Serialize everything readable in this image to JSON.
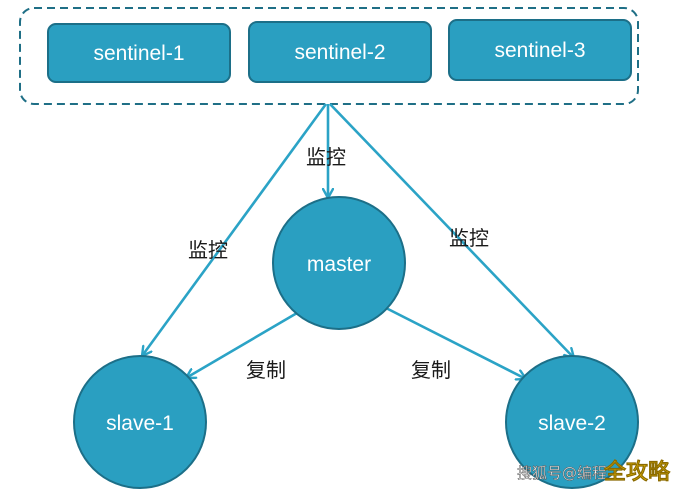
{
  "colors": {
    "node_fill": "#2a9fc1",
    "node_stroke": "#1c6f88",
    "arrow": "#2ba3c6",
    "dashed_border": "#1f6f86"
  },
  "sentinels": [
    {
      "label": "sentinel-1"
    },
    {
      "label": "sentinel-2"
    },
    {
      "label": "sentinel-3"
    }
  ],
  "master": {
    "label": "master"
  },
  "slaves": [
    {
      "label": "slave-1"
    },
    {
      "label": "slave-2"
    }
  ],
  "edges": {
    "monitor_left": "监控",
    "monitor_center": "监控",
    "monitor_right": "监控",
    "replicate_left": "复制",
    "replicate_right": "复制"
  },
  "watermark": {
    "prefix": "搜狐号@编程",
    "highlight": "全攻略"
  }
}
